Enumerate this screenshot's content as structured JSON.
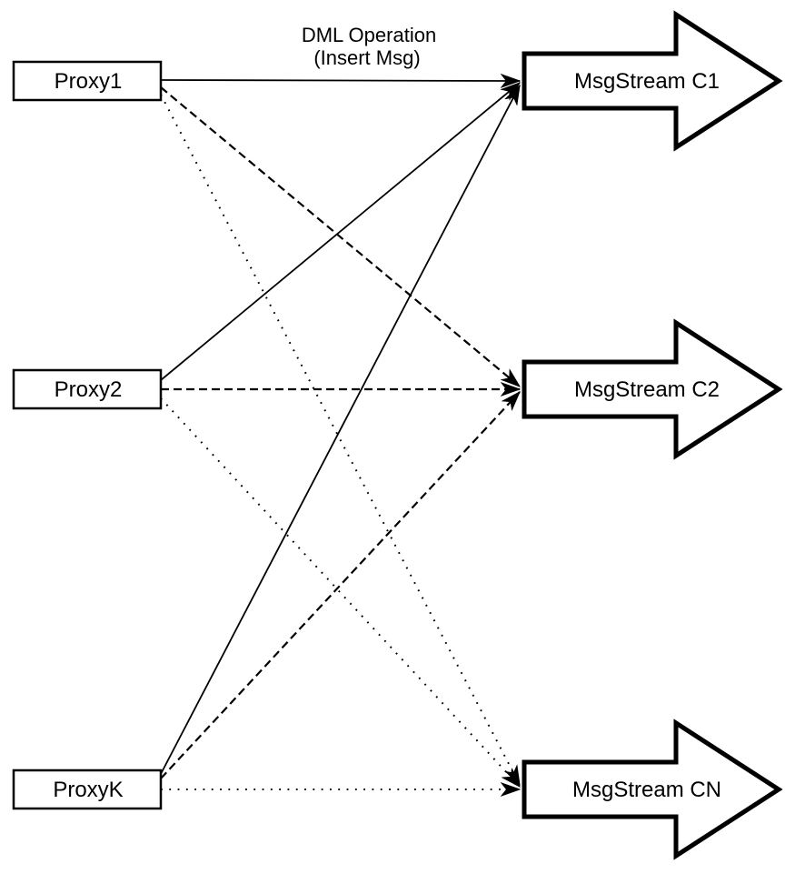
{
  "diagram": {
    "annotation": {
      "line1": "DML Operation",
      "line2": "(Insert Msg)"
    },
    "proxies": [
      {
        "id": "proxy1",
        "label": "Proxy1"
      },
      {
        "id": "proxy2",
        "label": "Proxy2"
      },
      {
        "id": "proxyk",
        "label": "ProxyK"
      }
    ],
    "streams": [
      {
        "id": "c1",
        "label": "MsgStream C1"
      },
      {
        "id": "c2",
        "label": "MsgStream C2"
      },
      {
        "id": "cn",
        "label": "MsgStream CN"
      }
    ],
    "edges": [
      {
        "from": "Proxy1",
        "to": "MsgStream C1",
        "style": "solid"
      },
      {
        "from": "Proxy2",
        "to": "MsgStream C1",
        "style": "solid"
      },
      {
        "from": "ProxyK",
        "to": "MsgStream C1",
        "style": "solid"
      },
      {
        "from": "Proxy1",
        "to": "MsgStream C2",
        "style": "dashed"
      },
      {
        "from": "Proxy2",
        "to": "MsgStream C2",
        "style": "dashed"
      },
      {
        "from": "ProxyK",
        "to": "MsgStream C2",
        "style": "dashed"
      },
      {
        "from": "Proxy1",
        "to": "MsgStream CN",
        "style": "dotted"
      },
      {
        "from": "Proxy2",
        "to": "MsgStream CN",
        "style": "dotted"
      },
      {
        "from": "ProxyK",
        "to": "MsgStream CN",
        "style": "dotted"
      }
    ],
    "colors": {
      "stroke": "#000000",
      "fill": "#ffffff",
      "background": "#ffffff"
    }
  }
}
